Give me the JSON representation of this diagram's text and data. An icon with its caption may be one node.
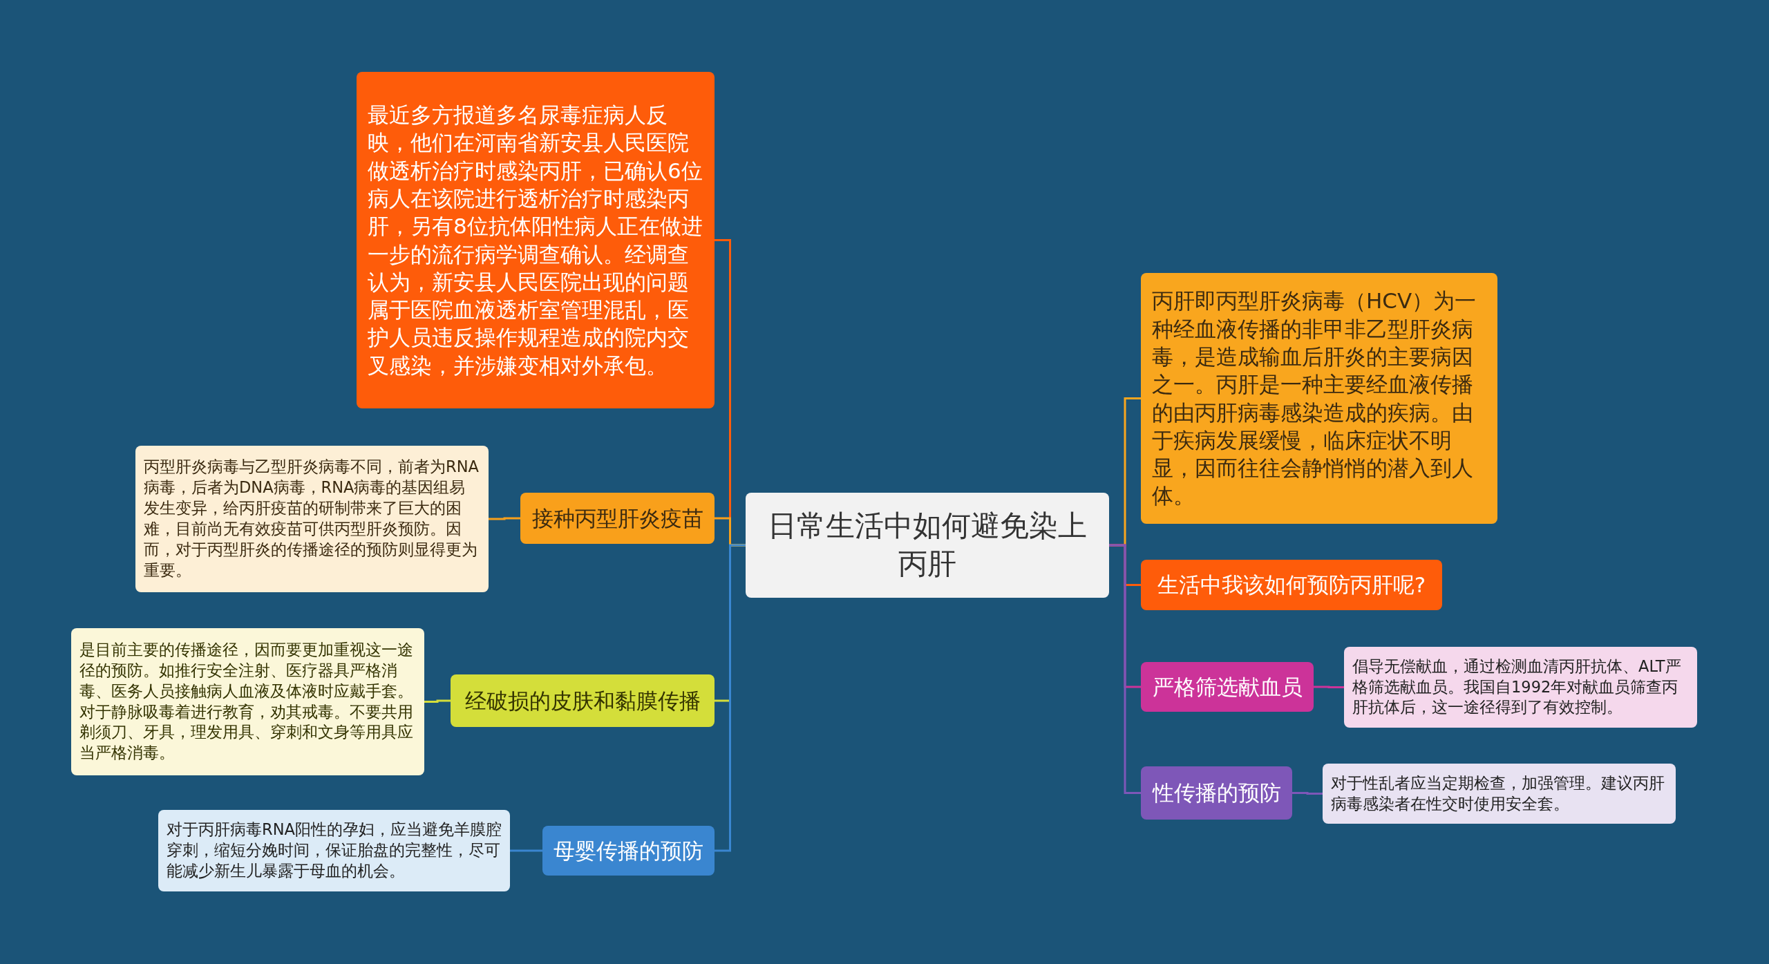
{
  "diagram": {
    "nodes": [
      {
        "text": [
          "日常生活中如何避免染上丙肝"
        ]
      },
      {
        "text": [
          "最近多方报道多名尿毒症病人反映，他们在河南省新安县人民医院做透析治疗时感染丙肝，已确认6位病人在该院进行透析治疗时感染丙肝，另有8位抗体阳性病人正在做进一步的流行病学调查确认。经调查认为，新安县人民医院出现的问题属于医院血液透析室管理混乱，医护人员违反操作规程造成的院内交叉感染，并涉嫌变相对外承包。"
        ]
      },
      {
        "text": [
          "接种丙型肝炎疫苗"
        ]
      },
      {
        "text": [
          "丙型肝炎病毒与乙型肝炎病毒不同，前者为RNA病毒，后者为DNA病毒，RNA病毒的基因组易发生变异，给丙肝疫苗的研制带来了巨大的困难，目前尚无有效疫苗可供丙型肝炎预防。因而，对于丙型肝炎的传播途径的预防则显得更为重要。"
        ]
      },
      {
        "text": [
          "经破损的皮肤和黏膜传播"
        ]
      },
      {
        "text": [
          "是目前主要的传播途径，因而要更加重视这一途径的预防。如推行安全注射、医疗器具严格消毒、医务人员接触病人血液及体液时应戴手套。对于静脉吸毒着进行教育，劝其戒毒。不要共用剃须刀、牙具，理发用具、穿刺和文身等用具应当严格消毒。"
        ]
      },
      {
        "text": [
          "母婴传播的预防"
        ]
      },
      {
        "text": [
          "对于丙肝病毒RNA阳性的孕妇，应当避免羊膜腔穿刺，缩短分娩时间，保证胎盘的完整性，尽可能减少新生儿暴露于母血的机会。"
        ]
      },
      {
        "text": [
          "丙肝即丙型肝炎病毒（HCV）为一种经血液传播的非甲非乙型肝炎病毒，是造成输血后肝炎的主要病因之一。丙肝是一种主要经血液传播的由丙肝病毒感染造成的疾病。由于疾病发展缓慢，临床症状不明显，因而往往会静悄悄的潜入到人体。"
        ]
      },
      {
        "text": [
          "生活中我该如何预防丙肝呢?"
        ]
      },
      {
        "text": [
          "严格筛选献血员"
        ]
      },
      {
        "text": [
          "倡导无偿献血，通过检测血清丙肝抗体、ALT严格筛选献血员。我国自1992年对献血员筛查丙肝抗体后，这一途径得到了有效控制。"
        ]
      },
      {
        "text": [
          "性传播的预防"
        ]
      },
      {
        "text": [
          "对于性乱者应当定期检查，加强管理。建议丙肝病毒感染者在性交时使用安全套。"
        ]
      }
    ],
    "edges": [
      {
        "from": 0,
        "to": 1,
        "arrow": "none",
        "color": "#fe5c0a"
      },
      {
        "from": 0,
        "to": 2,
        "arrow": "none",
        "color": "#f9a01b"
      },
      {
        "from": 2,
        "to": 3,
        "arrow": "none",
        "color": "#f9a01b"
      },
      {
        "from": 0,
        "to": 4,
        "arrow": "none",
        "color": "#d4de3a"
      },
      {
        "from": 4,
        "to": 5,
        "arrow": "none",
        "color": "#d4de3a"
      },
      {
        "from": 0,
        "to": 6,
        "arrow": "none",
        "color": "#3a86d0"
      },
      {
        "from": 6,
        "to": 7,
        "arrow": "none",
        "color": "#3a86d0"
      },
      {
        "from": 0,
        "to": 8,
        "arrow": "none",
        "color": "#f9a61e"
      },
      {
        "from": 0,
        "to": 9,
        "arrow": "none",
        "color": "#fe5c0a"
      },
      {
        "from": 0,
        "to": 10,
        "arrow": "none",
        "color": "#cc3399"
      },
      {
        "from": 10,
        "to": 11,
        "arrow": "none",
        "color": "#cc3399"
      },
      {
        "from": 0,
        "to": 12,
        "arrow": "none",
        "color": "#7e57b8"
      },
      {
        "from": 12,
        "to": 13,
        "arrow": "none",
        "color": "#7e57b8"
      }
    ]
  }
}
